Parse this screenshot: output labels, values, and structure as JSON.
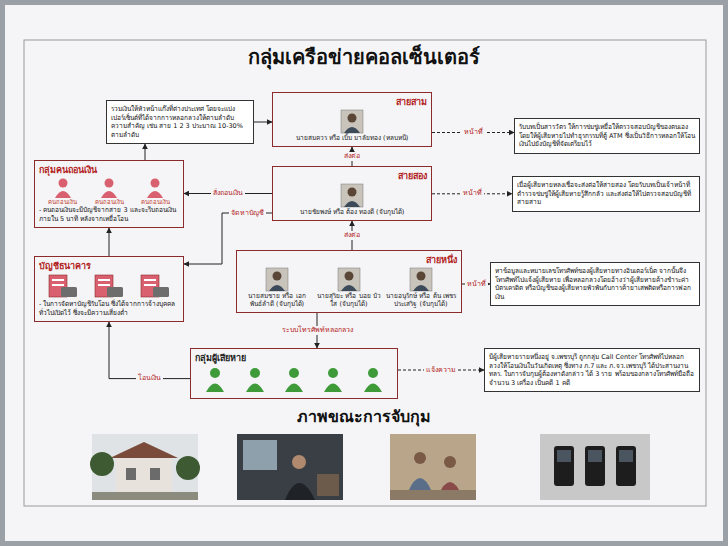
{
  "diagram": {
    "title": "กลุ่มเครือข่ายคอลเซ็นเตอร์",
    "nodes": [
      {
        "text": [
          "รวมเงินให้หัวหน้าแก๊งที่ต่างประเทศ โดยจะแบ่งเปอร์เซ็นต์ที่ได้จากการหลอกลวงให้ตามลำดับความสำคัญ เช่น สาย 1 2 3 ประมาณ 10-30% ตามลำดับ"
        ]
      },
      {
        "text": [
          "สายสาม",
          "นายสมควร หรือ เบิ้ม มาลัยทอง (หลบหนี)"
        ]
      },
      {
        "text": [
          "รับบทเป็นสารวัตร ให้การข่มขู่เหยื่อให้ตรวจสอบบัญชีของตนเอง โดยให้ผู้เสียหายไปทำธุรกรรมที่ตู้ ATM ซึ่งเป็นวิธีการหลอกให้โอนเงินไปยังบัญชีที่จัดเตรียมไว้"
        ]
      },
      {
        "text": [
          "กลุ่มคนถอนเงิน",
          "คนถอนเงิน",
          "คนถอนเงิน",
          "คนถอนเงิน",
          "- คนถอนเงินจะมีบัญชีจากสาย 3 และจะรีบถอนเงินภายใน 5 นาที หลังจากเหยื่อโอน"
        ]
      },
      {
        "text": [
          "สายสอง",
          "นายชัยพงษ์ หรือ ต้อง ทองดี (จับกุมได้)"
        ]
      },
      {
        "text": [
          "เมื่อผู้เสียหายหลงเชื่อจะส่งต่อให้สายสอง โดยรับบทเป็นเจ้าหน้าที่ตำรวจข่มขู่ให้ผู้เสียหายรู้สึกกลัว และส่งต่อให้ไปตรวจสอบบัญชีที่สายสาม"
        ]
      },
      {
        "text": [
          "บัญชีธนาคาร",
          "- ในการจัดหาบัญชีรับโอน ซึ่งได้จากการจ้างบุคคลทั่วไปเปิดไว้ ซึ่งจะมีความเสี่ยงต่ำ"
        ]
      },
      {
        "text": [
          "สายหนึ่ง",
          "นายสมชาย หรือ เอก พันธ์ลำดี (จับกุมได้)",
          "นายสุริยะ หรือ บอย บัวใส (จับกุมได้)",
          "นายอนุรักษ์ หรือ ต้น เพชรประเสริฐ (จับกุมได้)"
        ]
      },
      {
        "text": [
          "หาข้อมูลและหมายเลขโทรศัพท์ของผู้เสียหายทางอินเตอร์เน็ต จากนั้นจึงโทรศัพท์ไปแจ้งผู้เสียหาย เพื่อหลอกลวงโดยอ้างว่าผู้เสียหายค้างชำระค่าบัตรเครดิต หรือบัญชีของผู้เสียหายพัวพันกับการค้ายาเสพติดหรือการฟอกเงิน"
        ]
      },
      {
        "text": [
          "กลุ่มผู้เสียหาย"
        ]
      },
      {
        "text": [
          "มีผู้เสียหายรายหนึ่งอยู่ จ.เพชรบุรี ถูกกลุ่ม Call Center โทรศัพท์ไปหลอกลวงให้โอนเงินในวันเกิดเหตุ ซึ่งทาง ภ.7 และ ภ.จว.เพชรบุรี ได้ประสานงาน ทลร. ในการจับกุมผู้ต้องหาดังกล่าว ได้ 3 ราย พร้อมของกลางโทรศัพท์มือถือ จำนวน 3 เครื่อง เป็นคดี 1 คดี"
        ]
      }
    ],
    "edges": [
      {
        "from": 4,
        "to": 1,
        "arrow": "to",
        "label": "ส่งต่อ"
      },
      {
        "from": 7,
        "to": 4,
        "arrow": "to",
        "label": "ส่งต่อ"
      },
      {
        "from": 1,
        "to": 2,
        "arrow": "to",
        "label": "หน้าที่"
      },
      {
        "from": 4,
        "to": 5,
        "arrow": "to",
        "label": "หน้าที่"
      },
      {
        "from": 7,
        "to": 8,
        "arrow": "to",
        "label": "หน้าที่"
      },
      {
        "from": 7,
        "to": 9,
        "arrow": "to",
        "label": "ระบบโทรศัพท์หลอกลวง"
      },
      {
        "from": 9,
        "to": 6,
        "arrow": "to",
        "label": "โอนเงิน"
      },
      {
        "from": 6,
        "to": 3,
        "arrow": "to"
      },
      {
        "from": 3,
        "to": 0,
        "arrow": "to"
      },
      {
        "from": 0,
        "to": 1,
        "arrow": "to"
      },
      {
        "from": 4,
        "to": 3,
        "arrow": "to",
        "label": "สั่งถอนเงิน"
      },
      {
        "from": 4,
        "to": 6,
        "arrow": "to",
        "label": "จัดหาบัญชี"
      },
      {
        "from": 9,
        "to": 10,
        "arrow": "to",
        "label": "แจ้งความ"
      }
    ],
    "labels": [
      "ภาพขณะการจับกุม"
    ]
  }
}
